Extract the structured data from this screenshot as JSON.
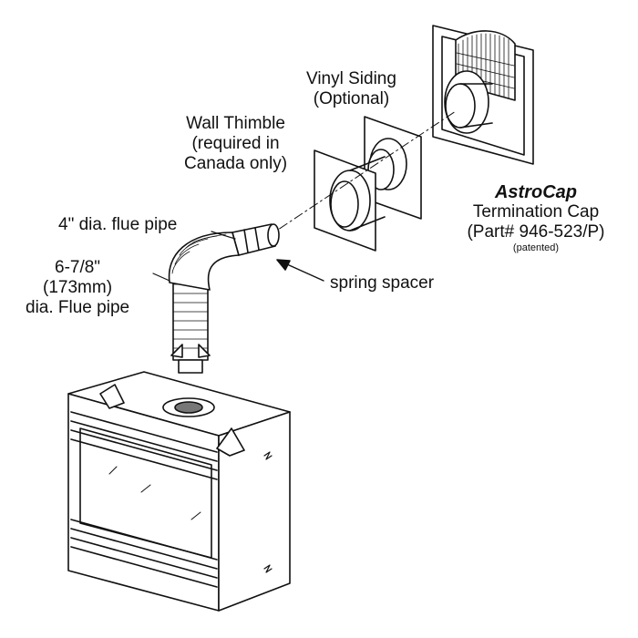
{
  "labels": {
    "vinyl_siding_1": "Vinyl Siding",
    "vinyl_siding_2": "(Optional)",
    "wall_thimble_1": "Wall Thimble",
    "wall_thimble_2": "(required in",
    "wall_thimble_3": "Canada only)",
    "flue_4in": "4\" dia. flue pipe",
    "flue_large_1": "6-7/8\"",
    "flue_large_2": "(173mm)",
    "flue_large_3": "dia. Flue pipe",
    "spring_spacer": "spring spacer",
    "cap_name": "AstroCap",
    "cap_line_2": "Termination Cap",
    "cap_line_3": "(Part# 946-523/P)",
    "cap_patented": "(patented)"
  }
}
